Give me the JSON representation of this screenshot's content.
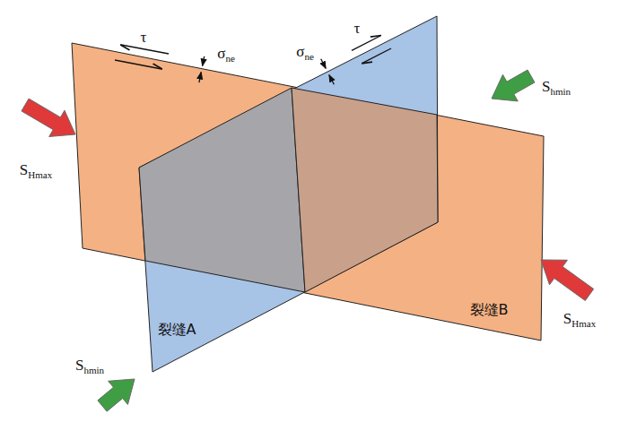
{
  "diagram": {
    "nodes": [
      {
        "text": [
          "裂缝B"
        ]
      },
      {
        "text": [
          "裂缝A"
        ]
      }
    ],
    "labels": [
      "τ",
      "σne",
      "σne",
      "τ",
      "Shmin",
      "SHmax",
      "SHmax",
      "Shmin"
    ]
  }
}
